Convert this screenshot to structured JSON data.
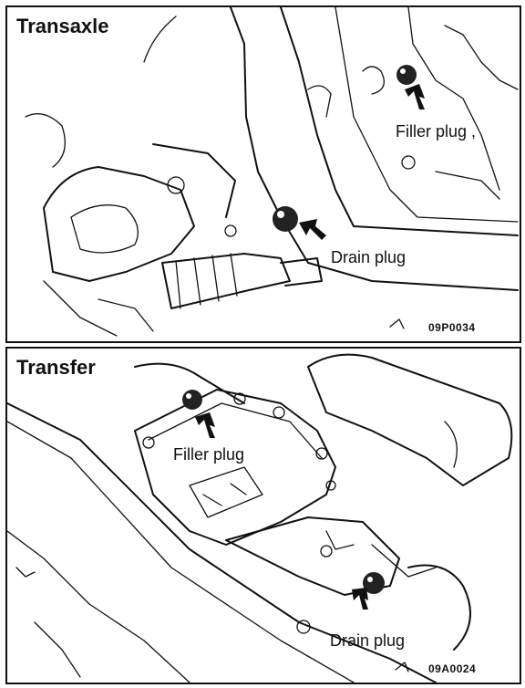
{
  "panels": [
    {
      "title": "Transaxle",
      "filler_label": "Filler plug ,",
      "drain_label": "Drain plug",
      "figure_code": "09P0034"
    },
    {
      "title": "Transfer",
      "filler_label": "Filler plug",
      "drain_label": "Drain plug",
      "figure_code": "09A0024"
    }
  ]
}
